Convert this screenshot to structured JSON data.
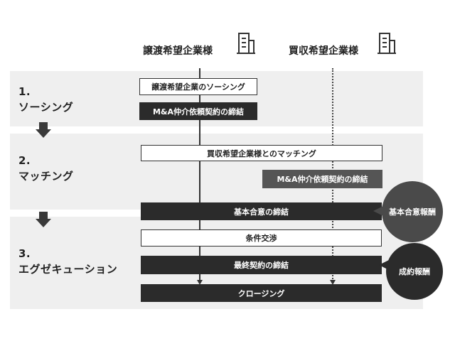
{
  "columns": {
    "seller": "譲渡希望企業様",
    "buyer": "買収希望企業様"
  },
  "phases": [
    {
      "number": "1.",
      "name": "ソーシング"
    },
    {
      "number": "2.",
      "name": "マッチング"
    },
    {
      "number": "3.",
      "name": "エグゼキューション"
    }
  ],
  "steps": {
    "seller_sourcing": "譲渡希望企業のソーシング",
    "seller_contract": "M&A仲介依頼契約の締結",
    "matching": "買収希望企業様とのマッチング",
    "buyer_contract": "M&A仲介依頼契約の締結",
    "basic_agreement": "基本合意の締結",
    "negotiation": "条件交渉",
    "final_contract": "最終契約の締結",
    "closing": "クロージング"
  },
  "fees": {
    "basic_fee": "基本合意報酬",
    "success_fee": "成約報酬"
  },
  "icons": {
    "building": "building-icon",
    "down_arrow": "chevron-down-arrow-icon"
  },
  "colors": {
    "phase_band": "#efefef",
    "dark_box": "#2b2b2b",
    "mid_box": "#555555",
    "circle_basic": "#4a4a4a",
    "circle_success": "#2b2b2b"
  }
}
